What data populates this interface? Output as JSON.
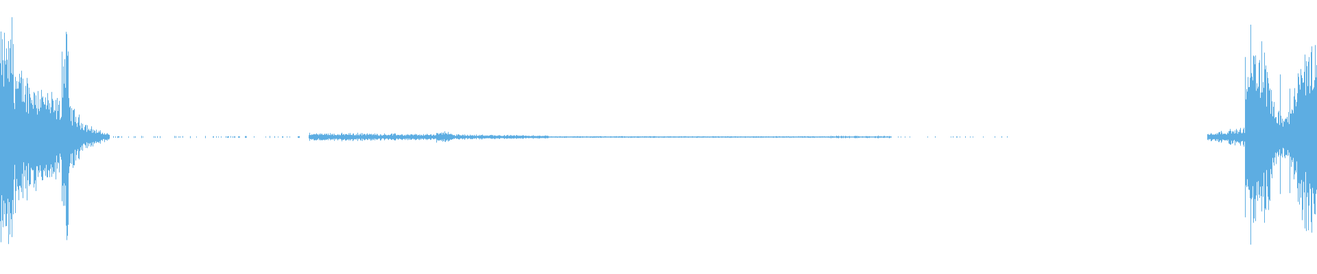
{
  "waveform": {
    "color": "#5dade2",
    "background": "#ffffff",
    "duration_fraction_segments": [
      {
        "name": "burst-start",
        "start": 0.0,
        "end": 0.085,
        "level": 0.85
      },
      {
        "name": "tail-start",
        "start": 0.085,
        "end": 0.235,
        "level": 0.03
      },
      {
        "name": "sustained-tone",
        "start": 0.278,
        "end": 0.64,
        "level": 0.03
      },
      {
        "name": "tail-middle",
        "start": 0.64,
        "end": 0.78,
        "level": 0.01
      },
      {
        "name": "burst-end",
        "start": 0.92,
        "end": 1.0,
        "level": 0.8
      }
    ]
  }
}
